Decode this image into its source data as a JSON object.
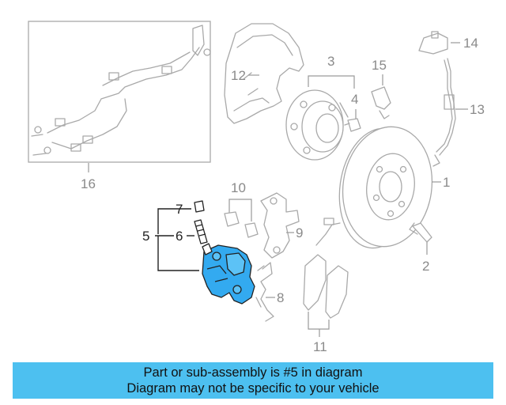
{
  "diagram": {
    "callouts": {
      "c1": "1",
      "c2": "2",
      "c3": "3",
      "c4": "4",
      "c5": "5",
      "c6": "6",
      "c7": "7",
      "c8": "8",
      "c9": "9",
      "c10": "10",
      "c11": "11",
      "c12": "12",
      "c13": "13",
      "c14": "14",
      "c15": "15",
      "c16": "16"
    },
    "highlighted_part": "5",
    "colors": {
      "highlight": "#33aaf0",
      "banner": "#4dc0f0",
      "line_art": "#a9a9a9"
    }
  },
  "banner": {
    "line1": "Part or sub-assembly is #5 in diagram",
    "line2": "Diagram may not be specific to your vehicle"
  }
}
